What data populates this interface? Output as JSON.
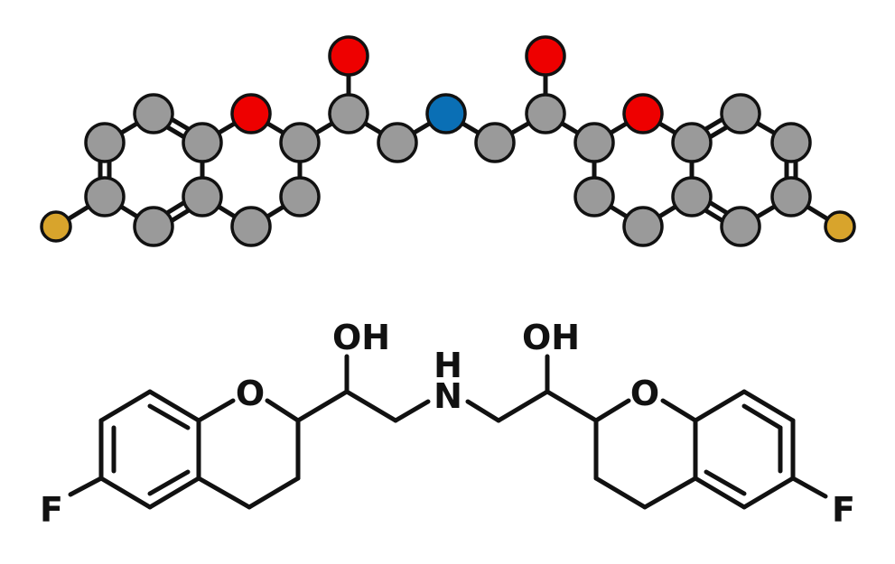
{
  "colors": {
    "carbon": "#9a9a9a",
    "oxygen": "#ee0000",
    "nitrogen": "#0a6fb5",
    "fluorine": "#d8a42c",
    "bond": "#111111",
    "background": "#ffffff"
  },
  "ball_and_stick": {
    "title": "",
    "atom_icons": {
      "carbon": "grey-sphere",
      "oxygen": "red-sphere",
      "nitrogen": "blue-sphere",
      "fluorine": "gold-sphere"
    }
  },
  "skeletal": {
    "labels": {
      "oh_left": "OH",
      "oh_right": "OH",
      "o_left": "O",
      "o_right": "O",
      "nh_h": "H",
      "nh_n": "N",
      "f_left": "F",
      "f_right": "F"
    }
  }
}
